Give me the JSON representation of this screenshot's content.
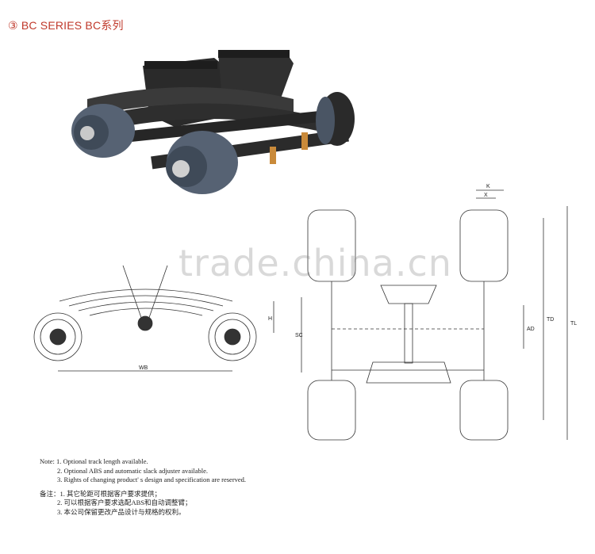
{
  "title": "③ BC SERIES  BC系列",
  "watermark": "trade.china.cn",
  "dimensions": {
    "k": "K",
    "x": "X",
    "h": "H",
    "sc": "SC",
    "wb": "WB",
    "ad": "AD",
    "td": "TD",
    "tl": "TL"
  },
  "notes_en": [
    "Note: 1. Optional track length available.",
    "2. Optional ABS and automatic slack adjuster available.",
    "3. Rights of changing product' s design and specification are reserved."
  ],
  "notes_cn": [
    "备注：1. 其它轮距可根据客户要求提供；",
    "2. 可以根据客户要求选配ABS和自动调整臂；",
    "3. 本公司保留更改产品设计与规格的权利。"
  ]
}
